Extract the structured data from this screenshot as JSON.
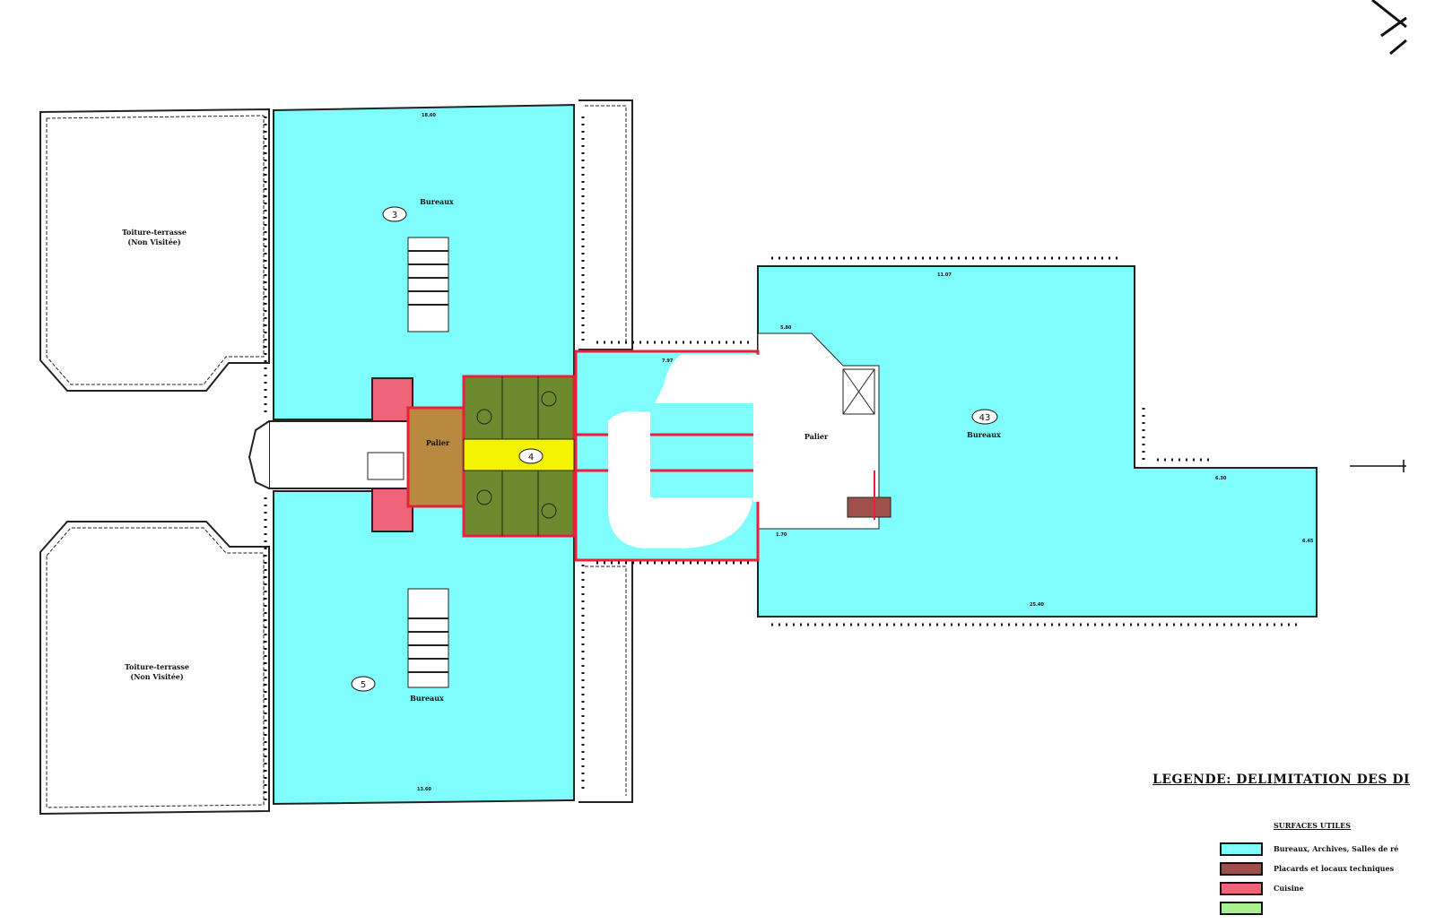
{
  "plan": {
    "terrace_label": "Toiture-terrasse",
    "terrace_note": "(Non Visitée)",
    "terrace_side_label": "Toiture-terrasse",
    "terrace_side_note": "(Non Visitée)",
    "office_label": "Bureaux",
    "landing_label": "Palier",
    "room_numbers": [
      "3",
      "5",
      "4",
      "43"
    ],
    "dimensions": [
      "18.60",
      "13.60",
      "7.97",
      "11.07",
      "25.40",
      "6.30",
      "6.45",
      "5.80",
      "1.70"
    ]
  },
  "colors": {
    "office": "#7ffcfc",
    "technical": "#a0504a",
    "kitchen": "#f06478",
    "landing": "#b8893e",
    "sanitary": "#6e8a2e",
    "corridor": "#f4f400",
    "boundary": "#e8203c"
  },
  "legend": {
    "title": "LEGENDE: DELIMITATION DES DI",
    "subtitle": "SURFACES UTILES",
    "items": [
      {
        "label": "Bureaux, Archives, Salles de ré",
        "color": "#7ffcfc"
      },
      {
        "label": "Placards et locaux techniques",
        "color": "#a0504a"
      },
      {
        "label": "Cuisine",
        "color": "#f06478"
      },
      {
        "label": "",
        "color": "#a8f090"
      }
    ]
  }
}
